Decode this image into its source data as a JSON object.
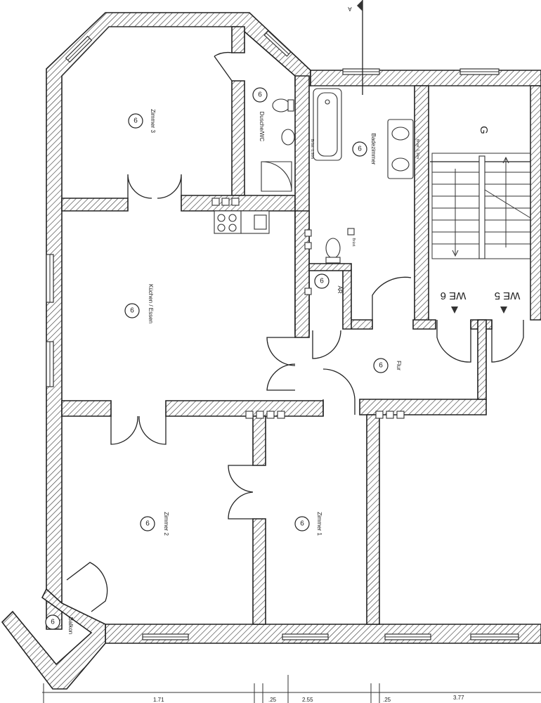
{
  "section_marker": "A",
  "rooms": [
    {
      "name": "Zimmer 3",
      "num": "6"
    },
    {
      "name": "Dusche/WC",
      "num": "6"
    },
    {
      "name": "Badezimmer",
      "num": "6"
    },
    {
      "name": "Küchen / Essen",
      "num": "6"
    },
    {
      "name": "AR",
      "num": "6"
    },
    {
      "name": "Flur",
      "num": "6"
    },
    {
      "name": "Zimmer 2",
      "num": "6"
    },
    {
      "name": "Zimmer 1",
      "num": "6"
    },
    {
      "name": "Balkon",
      "num": "6"
    }
  ],
  "stair_label": "G",
  "units": [
    "WE 6",
    "WE 5"
  ],
  "notes": [
    "Brüst. 1,30m",
    "Brüst. 1,30m",
    "Brüst."
  ],
  "dimensions": [
    "1.71",
    ".25",
    "2.55",
    ".25",
    "3.77"
  ]
}
